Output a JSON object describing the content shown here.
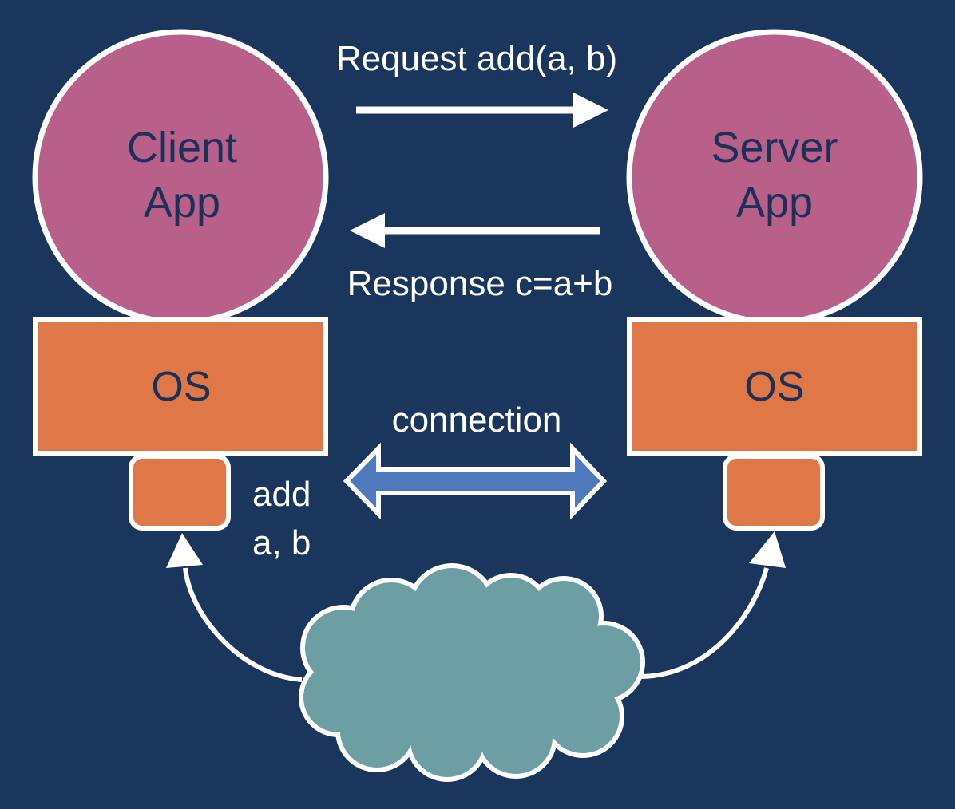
{
  "colors": {
    "background": "#1b365c",
    "app_fill": "#b85f8a",
    "os_fill": "#e07746",
    "cloud_fill": "#6d9ea3",
    "connection_arrow": "#5079bd",
    "outline": "#ffffff",
    "dark_text": "#1c3157",
    "light_text": "#ffffff"
  },
  "client": {
    "app_line1": "Client",
    "app_line2": "App",
    "os_label": "OS"
  },
  "server": {
    "app_line1": "Server",
    "app_line2": "App",
    "os_label": "OS"
  },
  "request_label": "Request add(a, b)",
  "response_label": "Response c=a+b",
  "connection_label": "connection",
  "stub_label_line1": "add",
  "stub_label_line2": "a, b",
  "icons": {
    "network": "cloud-icon"
  }
}
